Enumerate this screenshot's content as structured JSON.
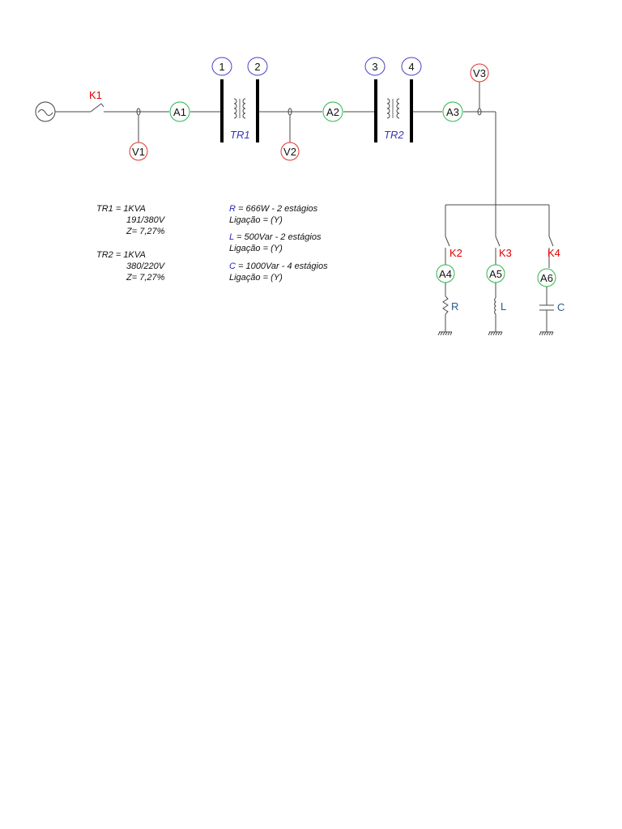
{
  "source": {
    "label": "~"
  },
  "switches": {
    "k1": "K1",
    "k2": "K2",
    "k3": "K3",
    "k4": "K4"
  },
  "ammeters": {
    "a1": "A1",
    "a2": "A2",
    "a3": "A3",
    "a4": "A4",
    "a5": "A5",
    "a6": "A6"
  },
  "voltmeters": {
    "v1": "V1",
    "v2": "V2",
    "v3": "V3"
  },
  "nodes": {
    "n1": "1",
    "n2": "2",
    "n3": "3",
    "n4": "4"
  },
  "transformers": {
    "tr1": "TR1",
    "tr2": "TR2"
  },
  "loads": {
    "r": "R",
    "l": "L",
    "c": "C"
  },
  "specs": {
    "tr1": {
      "line1": "TR1 = 1KVA",
      "line2": "191/380V",
      "line3": "Z= 7,27%"
    },
    "tr2": {
      "line1": "TR2 = 1KVA",
      "line2": "380/220V",
      "line3": "Z= 7,27%"
    },
    "r": {
      "key": "R",
      "text": " = 666W - 2 estágios",
      "conn": "Ligação = (Y)"
    },
    "l": {
      "key": "L",
      "text": " = 500Var - 2 estágios",
      "conn": "Ligação = (Y)"
    },
    "c": {
      "key": "C",
      "text": " = 1000Var - 4 estágios",
      "conn": "Ligação = (Y)"
    }
  },
  "colors": {
    "ammeter": "#2db84a",
    "voltmeter": "#e0332b",
    "switch_label": "#e00000",
    "node": "#4640c8",
    "transformer_label": "#3a36b8"
  }
}
